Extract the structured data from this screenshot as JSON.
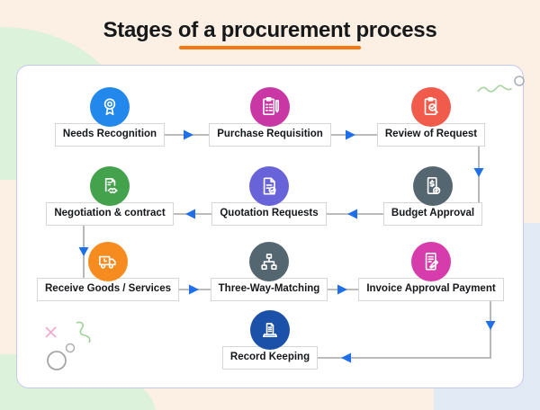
{
  "title": "Stages of a procurement process",
  "accent_color": "#f5790f",
  "connector": {
    "line_color": "#a6a6a6",
    "arrow_color": "#1f6fe8"
  },
  "stages": [
    {
      "label": "Needs Recognition",
      "icon": "award-icon",
      "color": "#2388ec"
    },
    {
      "label": "Purchase Requisition",
      "icon": "clipboard-pencil-icon",
      "color": "#c837a4"
    },
    {
      "label": "Review of Request",
      "icon": "clipboard-search-icon",
      "color": "#f15b4b"
    },
    {
      "label": "Budget Approval",
      "icon": "budget-document-icon",
      "color": "#54666f"
    },
    {
      "label": "Quotation Requests",
      "icon": "document-check-icon",
      "color": "#6963da"
    },
    {
      "label": "Negotiation & contract",
      "icon": "contract-handshake-icon",
      "color": "#43a24b"
    },
    {
      "label": "Receive Goods / Services",
      "icon": "delivery-truck-icon",
      "color": "#f68b1f"
    },
    {
      "label": "Three-Way-Matching",
      "icon": "sitemap-icon",
      "color": "#54666f"
    },
    {
      "label": "Invoice Approval Payment",
      "icon": "invoice-pen-icon",
      "color": "#d63cab"
    },
    {
      "label": "Record Keeping",
      "icon": "laptop-document-icon",
      "color": "#1c51a9"
    }
  ]
}
